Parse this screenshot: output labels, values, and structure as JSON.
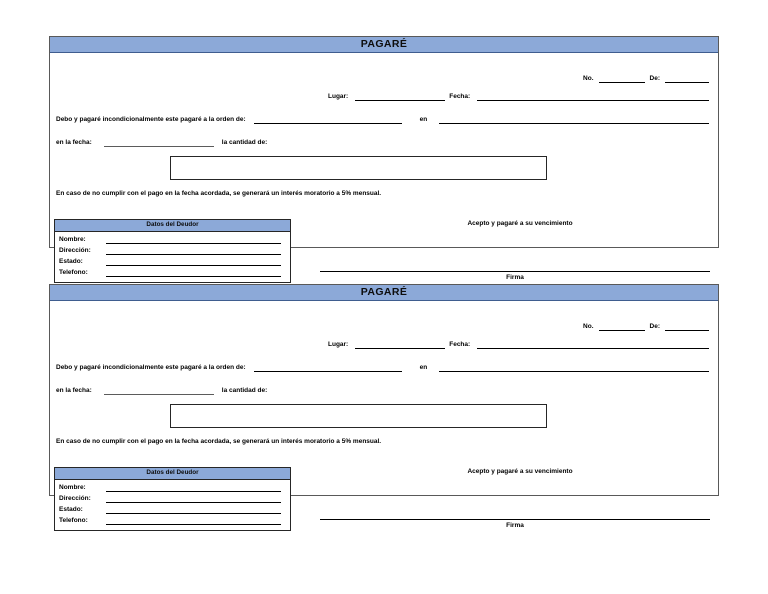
{
  "document": {
    "title": "PAGARÉ",
    "accent_color": "#8CA9D8",
    "accent_border_color": "#3F5D8F",
    "border_color": "#595959"
  },
  "form": {
    "title": "PAGARÉ",
    "number_label": "No.",
    "of_label": "De:",
    "place_label": "Lugar:",
    "date_label": "Fecha:",
    "promise_text": "Debo y pagaré incondicionalmente este pagaré a la orden de:",
    "in_label": "en",
    "on_date_label": "en la fecha:",
    "amount_label": "la cantidad de:",
    "clause_text": "En caso de no cumplir con el pago en la fecha acordada, se generará un interés moratorio a 5% mensual.",
    "debtor_panel": {
      "header": "Datos del Deudor",
      "fields": [
        {
          "label": "Nombre:",
          "value": ""
        },
        {
          "label": "Dirección:",
          "value": ""
        },
        {
          "label": "Estado:",
          "value": ""
        },
        {
          "label": "Telefono:",
          "value": ""
        }
      ]
    },
    "acceptance_text": "Acepto y pagaré a su vencimiento",
    "signature_label": "Firma",
    "values": {
      "number": "",
      "of": "",
      "place": "",
      "date": "",
      "order_of": "",
      "in_place": "",
      "on_date": "",
      "amount_words": ""
    }
  },
  "copies": [
    {
      "id": "copy-1"
    },
    {
      "id": "copy-2"
    }
  ]
}
